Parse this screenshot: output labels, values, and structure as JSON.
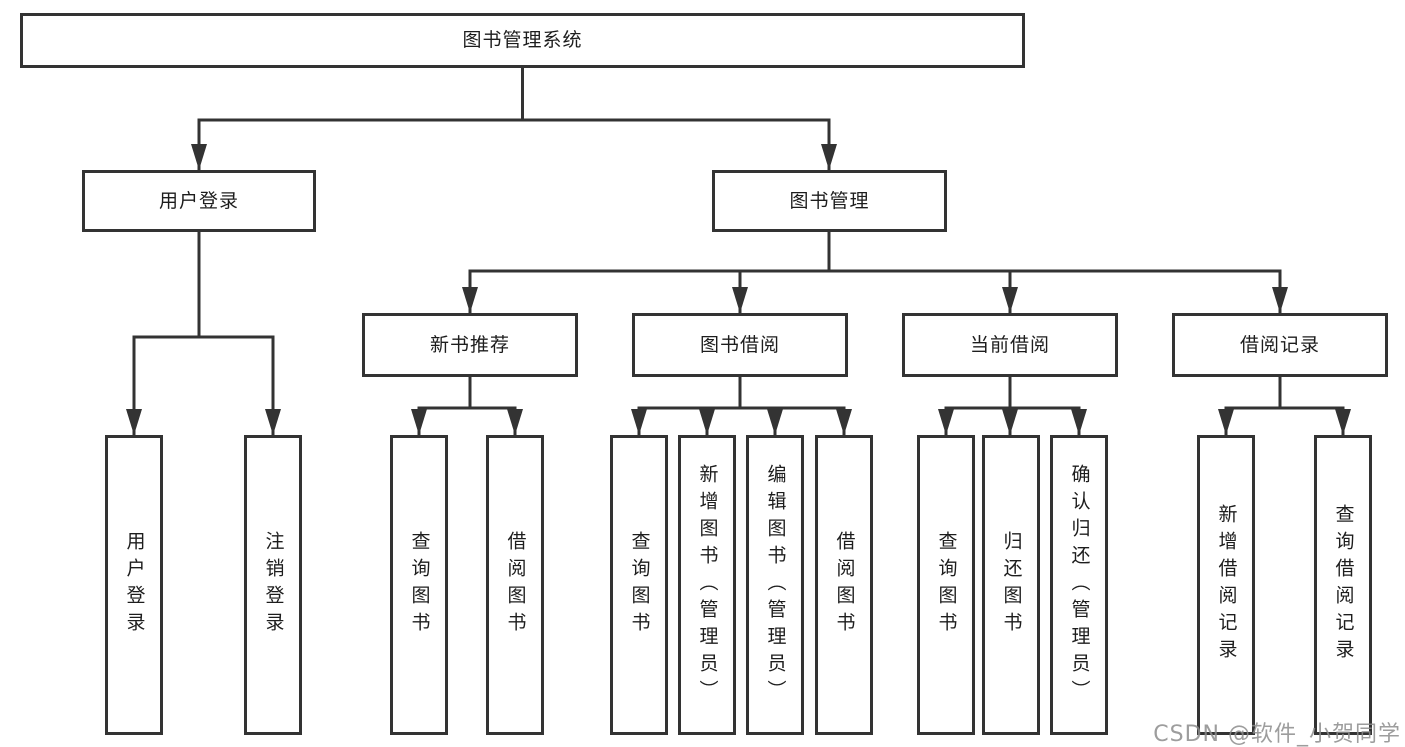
{
  "diagram": {
    "root": {
      "label": "图书管理系统"
    },
    "level2": {
      "user_login": {
        "label": "用户登录"
      },
      "book_mgmt": {
        "label": "图书管理"
      }
    },
    "level3": {
      "new_book_rec": {
        "label": "新书推荐"
      },
      "book_borrow": {
        "label": "图书借阅"
      },
      "current_borrow": {
        "label": "当前借阅"
      },
      "borrow_records": {
        "label": "借阅记录"
      }
    },
    "leaves": {
      "login_user": {
        "label": "用户登录"
      },
      "login_logout": {
        "label": "注销登录"
      },
      "rec_query_books": {
        "label": "查询图书"
      },
      "rec_borrow_books": {
        "label": "借阅图书"
      },
      "bb_query_books": {
        "label": "查询图书"
      },
      "bb_add_books": {
        "label": "新增图书（管理员）"
      },
      "bb_edit_books": {
        "label": "编辑图书（管理员）"
      },
      "bb_borrow_books": {
        "label": "借阅图书"
      },
      "cb_query_books": {
        "label": "查询图书"
      },
      "cb_return_books": {
        "label": "归还图书"
      },
      "cb_confirm_return": {
        "label": "确认归还（管理员）"
      },
      "br_add_record": {
        "label": "新增借阅记录"
      },
      "br_query_record": {
        "label": "查询借阅记录"
      }
    }
  },
  "watermark": {
    "text": "CSDN @软件_小贺同学"
  },
  "colors": {
    "line": "#333333",
    "text": "#1d1d1d",
    "box_bg": "#ffffff",
    "canvas_bg": "#ffffff",
    "watermark": "#8c8c8c"
  }
}
